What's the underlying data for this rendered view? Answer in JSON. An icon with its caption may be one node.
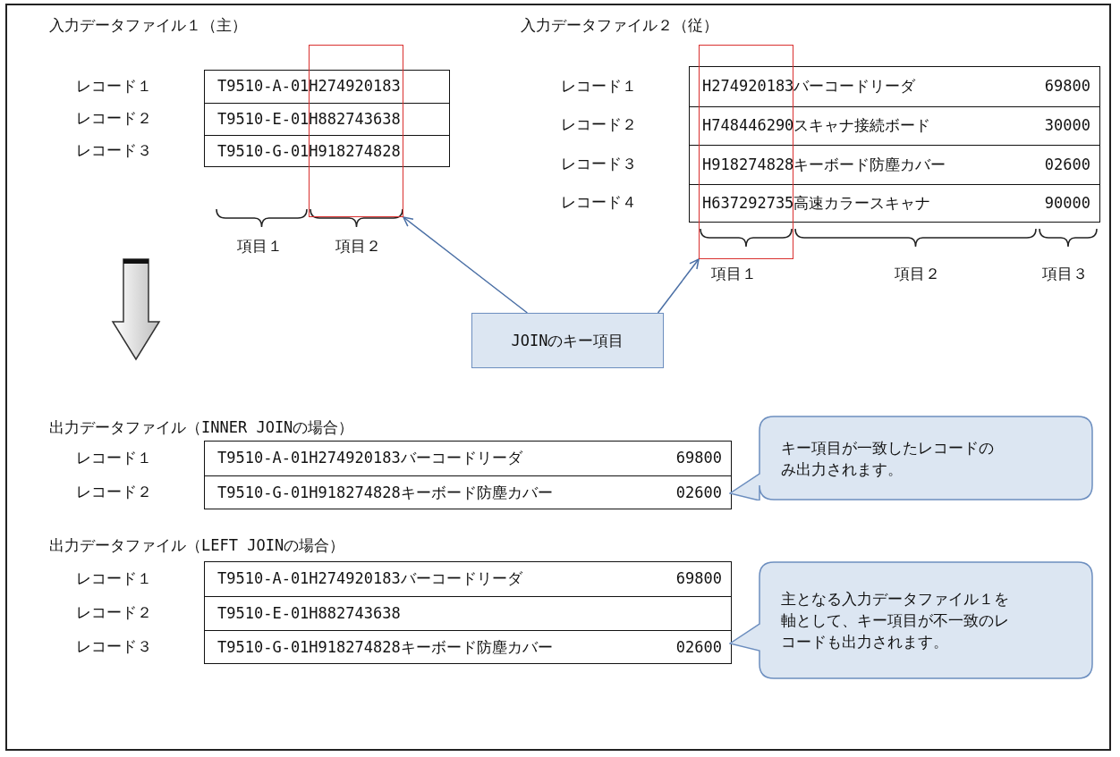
{
  "diagram": {
    "nodes": [
      {
        "text": [
          "JOINのキー項目"
        ]
      },
      {
        "text": [],
        "shape": "box"
      },
      {
        "text": [],
        "shape": "box"
      },
      {
        "text": [
          "キー項目が一致したレコードのみ出力されます。"
        ]
      },
      {
        "text": [
          "主となる入力データファイル１を軸として、キー項目が不一致のレコードも出力されます。"
        ]
      }
    ],
    "edges": [
      {
        "from": 0,
        "to": 1,
        "arrow": "to"
      },
      {
        "from": 0,
        "to": 2,
        "arrow": "to"
      }
    ],
    "labels": [
      "入力データファイル１（主）",
      "入力データファイル２（従）",
      "レコード１",
      "T9510-A-01H274920183",
      "レコード２",
      "T9510-E-01H882743638",
      "レコード３",
      "T9510-G-01H918274828",
      "レコード１",
      "H274920183バーコードリーダ",
      "69800",
      "レコード２",
      "H748446290スキャナ接続ボード",
      "30000",
      "レコード３",
      "H918274828キーボード防塵カバー",
      "02600",
      "レコード４",
      "H637292735高速カラースキャナ",
      "90000",
      "項目１",
      "項目２",
      "項目１",
      "項目２",
      "項目３",
      "出力データファイル（INNER JOINの場合）",
      "レコード１",
      "T9510-A-01H274920183バーコードリーダ",
      "69800",
      "レコード２",
      "T9510-G-01H918274828キーボード防塵カバー",
      "02600",
      "出力データファイル（LEFT JOINの場合）",
      "レコード１",
      "T9510-A-01H274920183バーコードリーダ",
      "69800",
      "レコード２",
      "T9510-E-01H882743638",
      "レコード３",
      "T9510-G-01H918274828キーボード防塵カバー",
      "02600"
    ]
  }
}
